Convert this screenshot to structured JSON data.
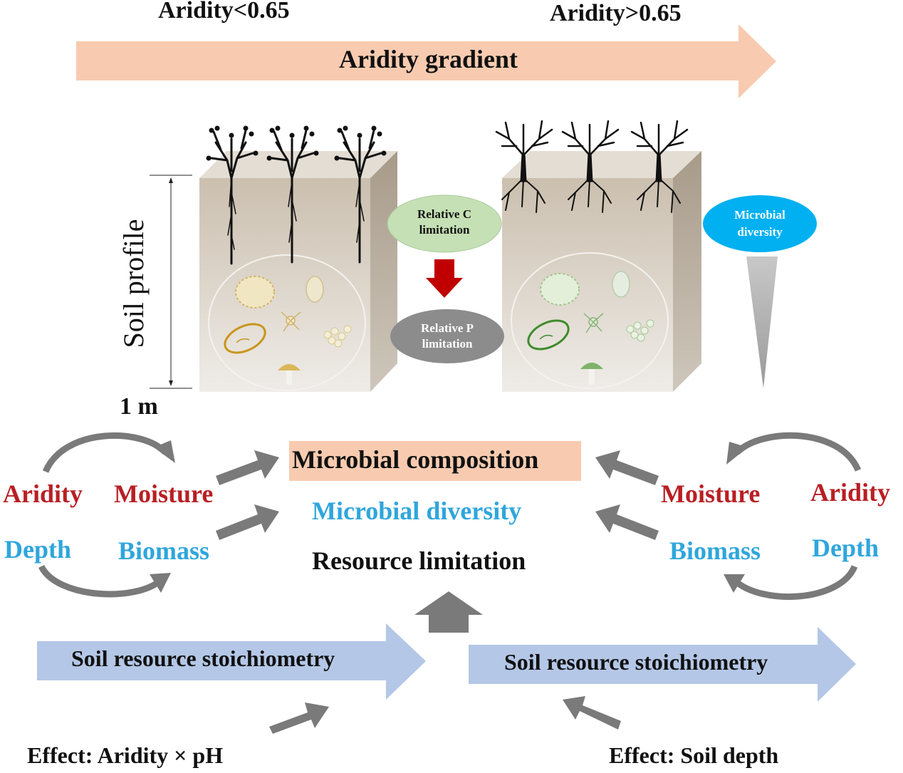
{
  "header": {
    "aridity_low": "Aridity<0.65",
    "aridity_high": "Aridity>0.65",
    "gradient_label": "Aridity gradient"
  },
  "profile": {
    "axis_label": "Soil profile",
    "scale_label": "1 m"
  },
  "middle": {
    "c_limitation": "Relative C limitation",
    "p_limitation": "Relative P limitation",
    "microbial_diversity_bubble": "Microbial diversity"
  },
  "outcomes": {
    "composition": "Microbial composition",
    "diversity": "Microbial diversity",
    "limitation": "Resource limitation"
  },
  "left_drivers": {
    "aridity": "Aridity",
    "moisture": "Moisture",
    "depth": "Depth",
    "biomass": "Biomass"
  },
  "right_drivers": {
    "moisture": "Moisture",
    "aridity": "Aridity",
    "biomass": "Biomass",
    "depth": "Depth"
  },
  "stoichiometry": {
    "left": "Soil resource stoichiometry",
    "right": "Soil resource stoichiometry"
  },
  "effects": {
    "left": "Effect: Aridity × pH",
    "right": "Effect: Soil depth"
  },
  "colors": {
    "peach": "#f8cbb0",
    "red": "#b81f24",
    "blue": "#2fa6dc",
    "gray_arrow": "#7a7a7a",
    "stoich_blue": "#b4c7e7",
    "c_bubble": "#c5e0b4",
    "p_bubble": "#8c8c8c",
    "diversity_bubble": "#00b0f0"
  }
}
